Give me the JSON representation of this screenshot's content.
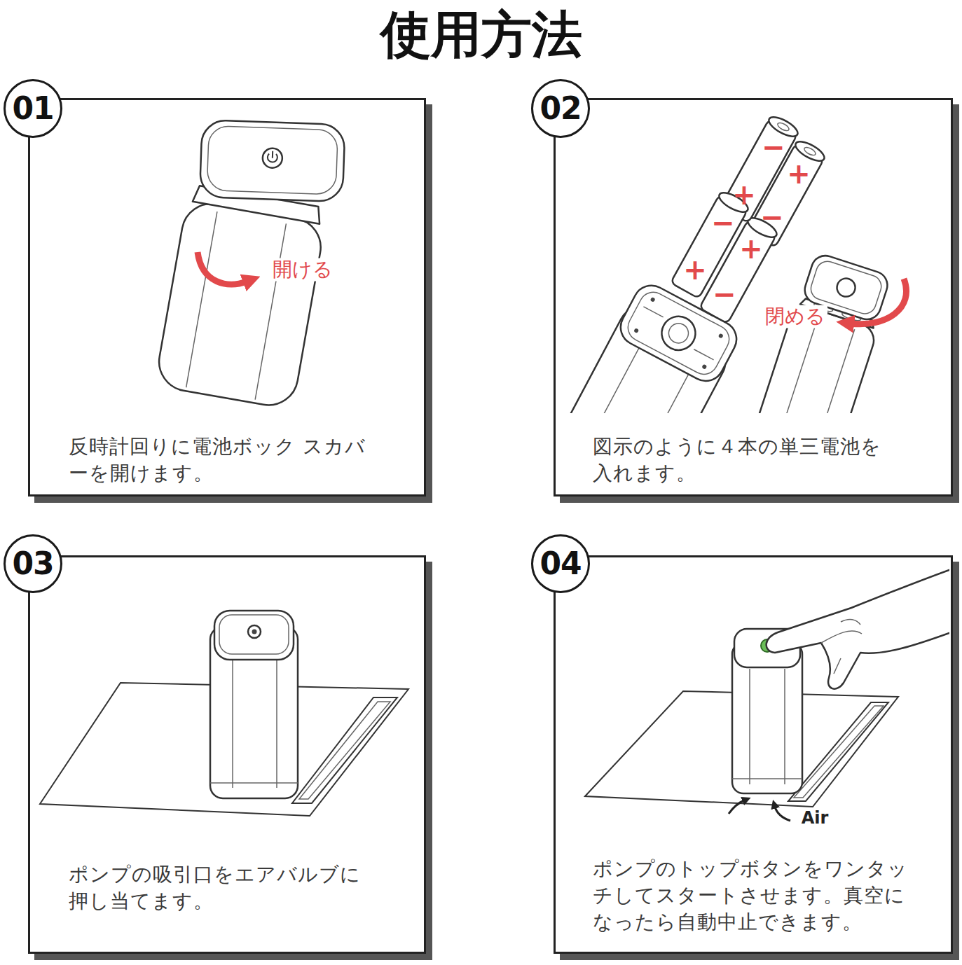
{
  "diagram": {
    "title": "使用方法",
    "nodes": [
      {
        "text": [
          "01"
        ]
      },
      {
        "text": [
          "反時計回りに電池ボック スカバ ーを開けます。"
        ]
      },
      {
        "text": [
          "02"
        ]
      },
      {
        "text": [
          "図示のように４本の単三電池を 入れます。"
        ]
      },
      {
        "text": [
          "03"
        ]
      },
      {
        "text": [
          "ポンプの吸引口をエアバルブに 押し当てます。"
        ]
      },
      {
        "text": [
          "04"
        ]
      },
      {
        "text": [
          "ポンプのトップボタンをワンタッ チしてスタートさせます。真空に なったら自動中止できます。"
        ]
      }
    ],
    "labels": [
      "開ける",
      "−",
      "+",
      "+",
      "−",
      "−",
      "+",
      "+",
      "−",
      "閉める",
      "Air"
    ]
  }
}
